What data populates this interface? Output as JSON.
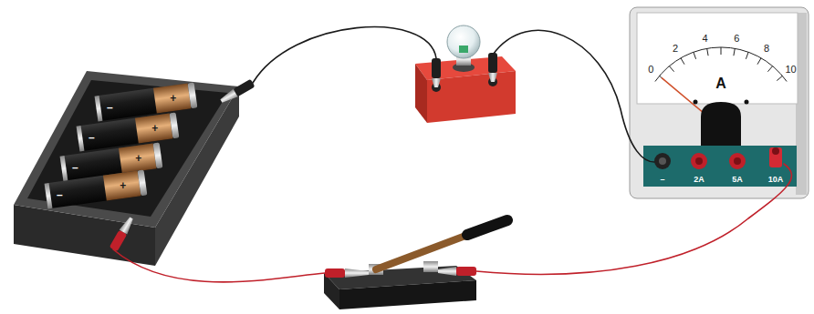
{
  "diagram": {
    "labels": [
      "0",
      "2",
      "4",
      "6",
      "8",
      "10",
      "A",
      "–",
      "2A",
      "5A",
      "10A",
      "+",
      "–",
      "+",
      "–",
      "+",
      "–",
      "+",
      "–"
    ]
  }
}
